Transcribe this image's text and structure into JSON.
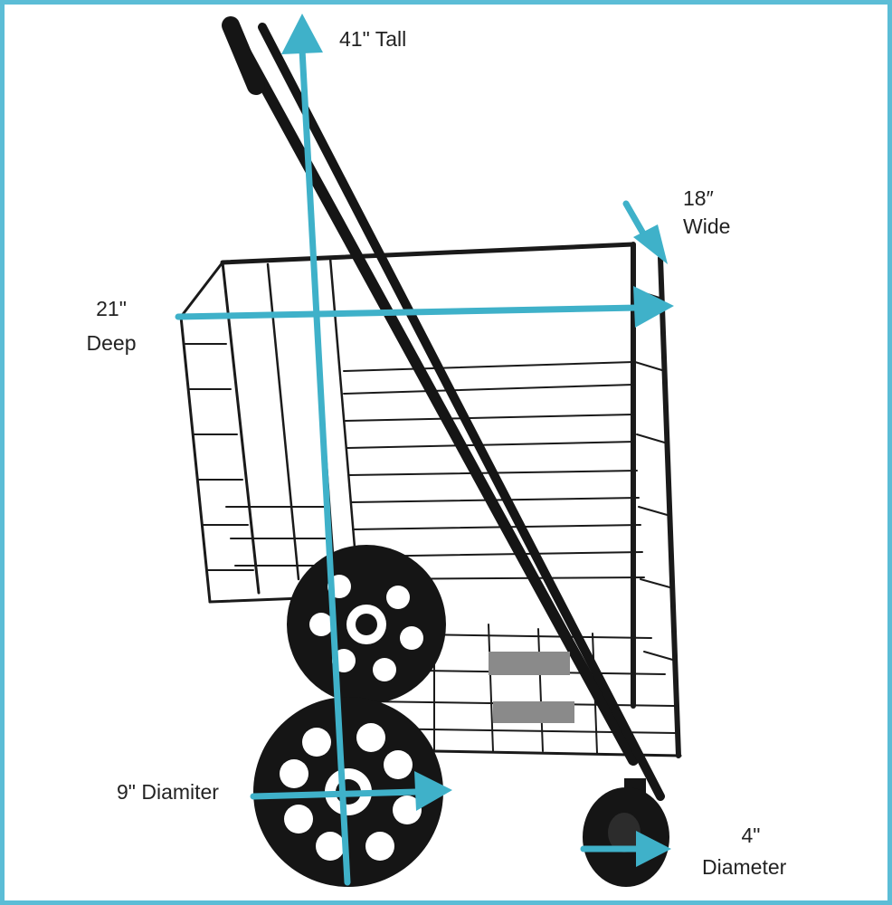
{
  "image": {
    "subject": "folding shopping cart with dimension callouts",
    "colors": {
      "frame_border": "#5cbdd6",
      "dimension_arrow": "#3fb1c9",
      "metal": "#1a1a1a",
      "wheel": "#151515",
      "wheel_hole": "#ffffff",
      "background": "#ffffff"
    }
  },
  "labels": {
    "height": "41\" Tall",
    "width_line1": "18″",
    "width_line2": "Wide",
    "depth_line1": "21\"",
    "depth_line2": "Deep",
    "large_wheel": "9\" Diamiter",
    "small_wheel_line1": "4\"",
    "small_wheel_line2": "Diameter"
  }
}
